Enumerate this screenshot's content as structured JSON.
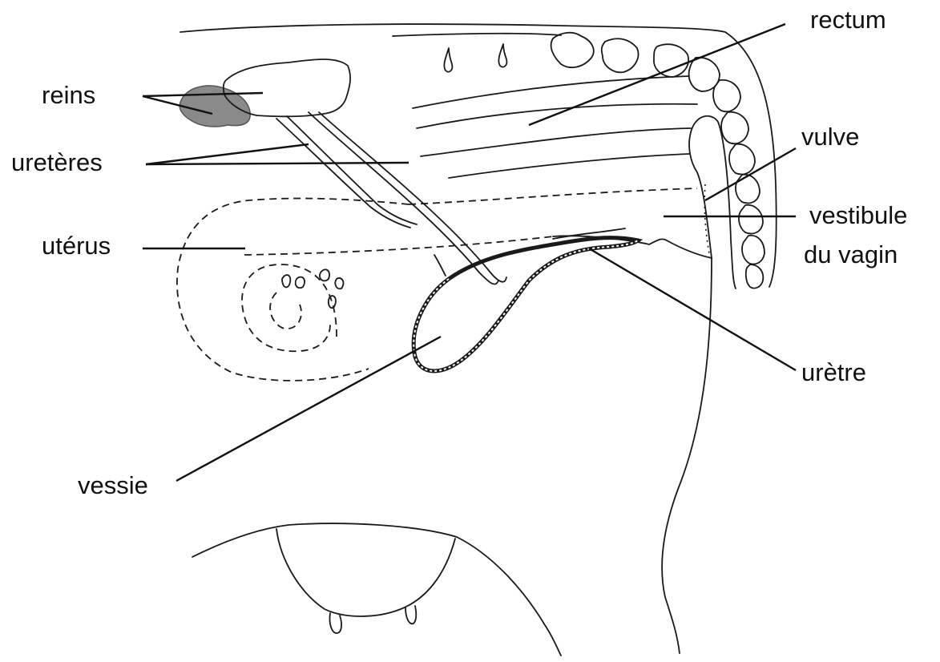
{
  "labels": {
    "reins": "reins",
    "ureteres": "uretères",
    "uterus": "utérus",
    "vessie": "vessie",
    "rectum": "rectum",
    "vulve": "vulve",
    "vestibule_line1": "vestibule",
    "vestibule_line2": "du vagin",
    "uretre": "urètre"
  },
  "colors": {
    "ink": "#1a1a1a",
    "kidney_shade": "#8a8a8a",
    "background": "#ffffff"
  }
}
